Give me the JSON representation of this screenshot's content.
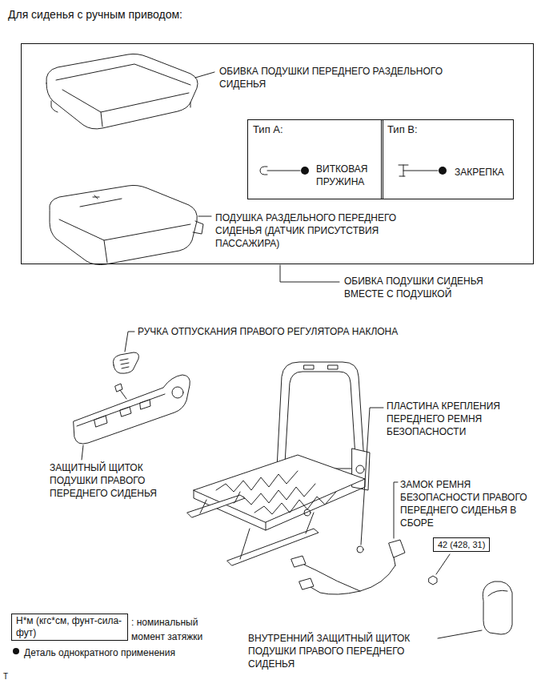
{
  "diagram": {
    "title": "Для сиденья с ручным приводом:",
    "nodes": [
      {
        "text": [
          "ОБИВКА ПОДУШКИ ПЕРЕДНЕГО РАЗДЕЛЬНОГО СИДЕНЬЯ",
          "ПОДУШКА РАЗДЕЛЬНОГО ПЕРЕДНЕГО СИДЕНЬЯ (ДАТЧИК ПРИСУТСТВИЯ ПАССАЖИРА)"
        ]
      },
      {
        "text": [
          "Тип A:",
          "ВИТКОВАЯ ПРУЖИНА"
        ],
        "in": 0
      },
      {
        "text": [
          "Тип B:",
          "ЗАКРЕПКА"
        ],
        "in": 0
      },
      {
        "text": [
          "42 (428, 31)"
        ]
      },
      {
        "text": [
          "Н*м (кгс*см, фунт-сила-фут)"
        ]
      }
    ],
    "labels": [
      "ОБИВКА ПОДУШКИ СИДЕНЬЯ ВМЕСТЕ С ПОДУШКОЙ",
      "РУЧКА ОТПУСКАНИЯ ПРАВОГО РЕГУЛЯТОРА НАКЛОНА",
      "ЗАЩИТНЫЙ ЩИТОК ПОДУШКИ ПРАВОГО ПЕРЕДНЕГО СИДЕНЬЯ",
      "ПЛАСТИНА КРЕПЛЕНИЯ ПЕРЕДНЕГО РЕМНЯ БЕЗОПАСНОСТИ",
      "ЗАМОК РЕМНЯ БЕЗОПАСНОСТИ ПРАВОГО ПЕРЕДНЕГО СИДЕНЬЯ В СБОРЕ",
      "ВНУТРЕННИЙ ЗАЩИТНЫЙ ЩИТОК ПОДУШКИ ПРАВОГО ПЕРЕДНЕГО СИДЕНЬЯ",
      "T"
    ],
    "legend": [
      {
        "text": ": номинальный момент затяжки"
      },
      {
        "text": "Деталь однократного применения"
      }
    ]
  }
}
